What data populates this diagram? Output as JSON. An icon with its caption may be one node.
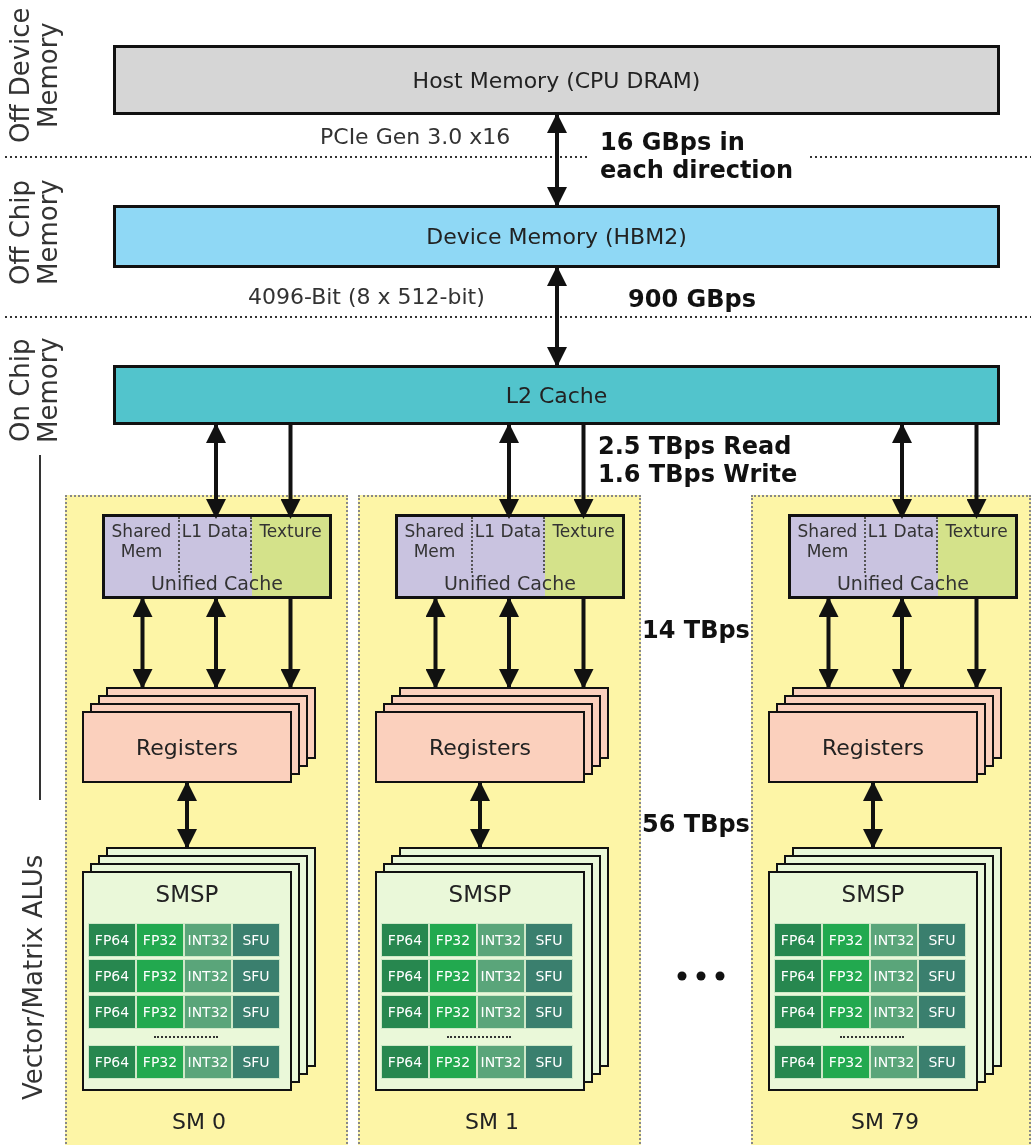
{
  "diagram": {
    "nodes": [
      {
        "text": [
          "Host Memory (CPU DRAM)"
        ]
      },
      {
        "text": [
          "Device Memory (HBM2)"
        ]
      },
      {
        "text": [
          "L2 Cache"
        ]
      },
      {
        "text": [
          "SM 0"
        ]
      },
      {
        "text": [
          "Unified Cache"
        ],
        "in": 3
      },
      {
        "text": [
          "Shared Mem"
        ],
        "in": 4
      },
      {
        "text": [
          "L1 Data"
        ],
        "in": 4
      },
      {
        "text": [
          "Texture"
        ],
        "in": 4
      },
      {
        "text": [
          "Registers"
        ],
        "in": 3
      },
      {
        "text": [
          "SMSP",
          "FP64",
          "FP32",
          "INT32",
          "SFU",
          "FP64",
          "FP32",
          "INT32",
          "SFU",
          "FP64",
          "FP32",
          "INT32",
          "SFU",
          "FP64",
          "FP32",
          "INT32",
          "SFU"
        ],
        "in": 3
      },
      {
        "text": [
          "SM 1"
        ]
      },
      {
        "text": [
          "Unified Cache"
        ],
        "in": 10
      },
      {
        "text": [
          "Shared Mem"
        ],
        "in": 11
      },
      {
        "text": [
          "L1 Data"
        ],
        "in": 11
      },
      {
        "text": [
          "Texture"
        ],
        "in": 11
      },
      {
        "text": [
          "Registers"
        ],
        "in": 10
      },
      {
        "text": [
          "SMSP",
          "FP64",
          "FP32",
          "INT32",
          "SFU",
          "FP64",
          "FP32",
          "INT32",
          "SFU",
          "FP64",
          "FP32",
          "INT32",
          "SFU",
          "FP64",
          "FP32",
          "INT32",
          "SFU"
        ],
        "in": 10
      },
      {
        "text": [
          "SM 79"
        ]
      },
      {
        "text": [
          "Unified Cache"
        ],
        "in": 17
      },
      {
        "text": [
          "Shared Mem"
        ],
        "in": 18
      },
      {
        "text": [
          "L1 Data"
        ],
        "in": 18
      },
      {
        "text": [
          "Texture"
        ],
        "in": 18
      },
      {
        "text": [
          "Registers"
        ],
        "in": 17
      },
      {
        "text": [
          "SMSP",
          "FP64",
          "FP32",
          "INT32",
          "SFU",
          "FP64",
          "FP32",
          "INT32",
          "SFU",
          "FP64",
          "FP32",
          "INT32",
          "SFU",
          "FP64",
          "FP32",
          "INT32",
          "SFU"
        ],
        "in": 17
      }
    ],
    "edges": [
      {
        "from": 0,
        "to": 1,
        "arrow": "both",
        "label": "16 GBps in each direction"
      },
      {
        "from": 1,
        "to": 2,
        "arrow": "both",
        "label": "900 GBps"
      },
      {
        "from": 2,
        "to": 6,
        "arrow": "both"
      },
      {
        "from": 2,
        "to": 7,
        "arrow": "to"
      },
      {
        "from": 5,
        "to": 8,
        "arrow": "both"
      },
      {
        "from": 6,
        "to": 8,
        "arrow": "both"
      },
      {
        "from": 7,
        "to": 8,
        "arrow": "to"
      },
      {
        "from": 8,
        "to": 9,
        "arrow": "both"
      },
      {
        "from": 2,
        "to": 13,
        "arrow": "both"
      },
      {
        "from": 2,
        "to": 14,
        "arrow": "to"
      },
      {
        "from": 12,
        "to": 15,
        "arrow": "both"
      },
      {
        "from": 13,
        "to": 15,
        "arrow": "both"
      },
      {
        "from": 14,
        "to": 15,
        "arrow": "to"
      },
      {
        "from": 15,
        "to": 16,
        "arrow": "both"
      },
      {
        "from": 2,
        "to": 20,
        "arrow": "both"
      },
      {
        "from": 2,
        "to": 21,
        "arrow": "to"
      },
      {
        "from": 19,
        "to": 22,
        "arrow": "both"
      },
      {
        "from": 20,
        "to": 22,
        "arrow": "both"
      },
      {
        "from": 21,
        "to": 22,
        "arrow": "to"
      },
      {
        "from": 22,
        "to": 23,
        "arrow": "both"
      }
    ],
    "labels": [
      "Off Device Memory",
      "PCIe Gen 3.0 x16",
      "Off Chip Memory",
      "4096-Bit (8 x 512-bit)",
      "On Chip Memory",
      "2.5 TBps Read 1.6 TBps Write",
      "14 TBps",
      "56 TBps",
      "Vector/Matrix ALUs"
    ]
  }
}
